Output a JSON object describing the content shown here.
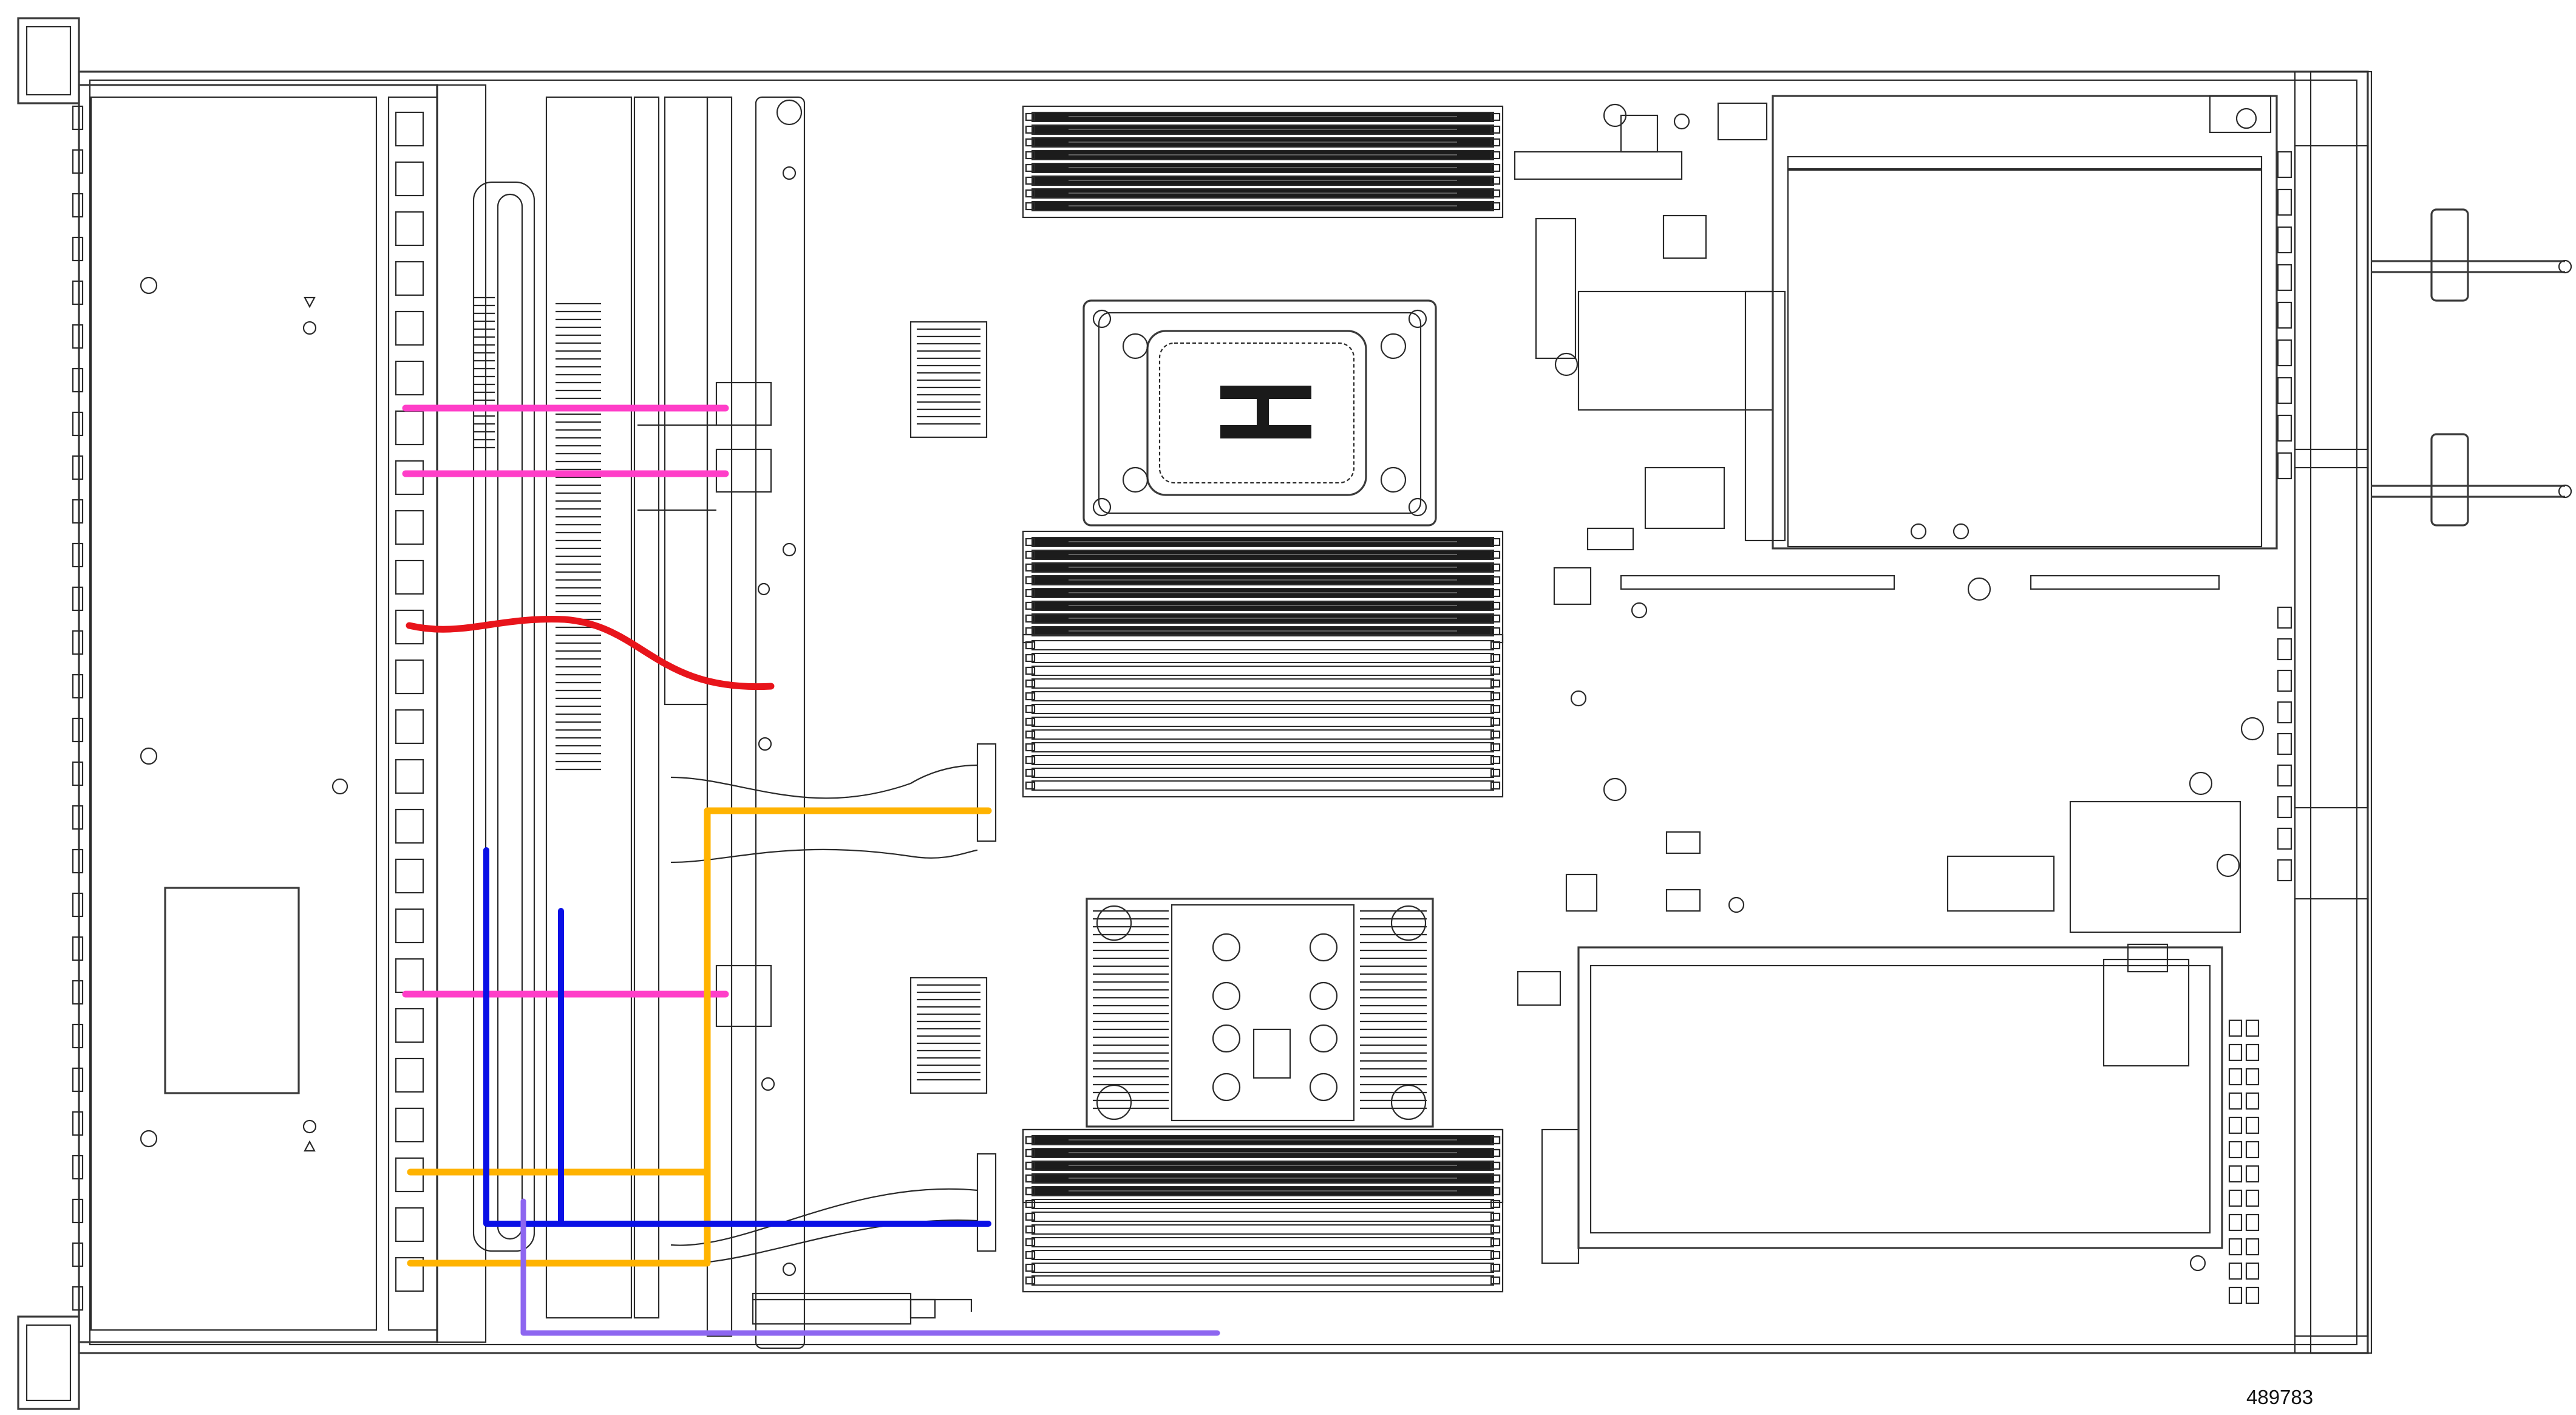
{
  "figure_number": "489783",
  "colors": {
    "outline": "#2a2a2a",
    "cable_pink": "#ff3ec8",
    "cable_red": "#e8141b",
    "cable_orange": "#ffb300",
    "cable_blue": "#0a10e6",
    "cable_violet": "#8d66f0"
  },
  "components": [
    "front-drive-bays",
    "drive-backplane",
    "cpu-socket-1",
    "cpu-heatsink-2",
    "dimm-slots",
    "pcie-risers",
    "power-supplies",
    "front-storage-cables"
  ]
}
